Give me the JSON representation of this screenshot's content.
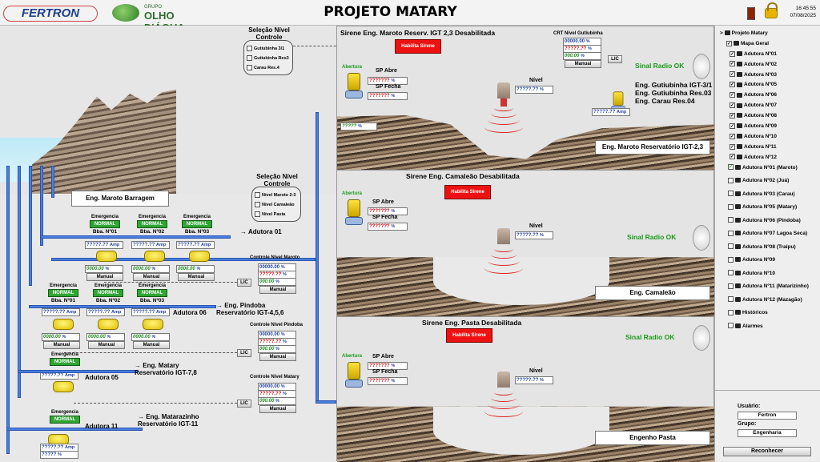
{
  "header": {
    "logo_left": "FERTRON",
    "logo_right_small": "GRUPO",
    "logo_right": "OLHO D'ÁGUA",
    "title": "PROJETO MATARY",
    "time": "16:45:55",
    "date": "07/08/2025"
  },
  "left": {
    "sel1_title": "Seleção Nível Controle",
    "sel1_items": [
      "Gutiubinha 3/1",
      "Gutiubinha Res3",
      "Carau Res.4"
    ],
    "sel2_title": "Seleção Nível Controle",
    "sel2_items": [
      "Nível Maroto 2-3",
      "Nível Camaleão",
      "Nível Pasta"
    ],
    "barragem_label": "Eng. Maroto Barragem",
    "emergencia": "Emergencia",
    "normal": "NORMAL",
    "amp_value": "?????.??",
    "amp_unit": "Amp",
    "pct_value": "0000.00",
    "pct_unit": "%",
    "manual": "Manual",
    "row1_bombas": [
      "Bba. Nº01",
      "Bba. Nº02",
      "Bba. Nº03"
    ],
    "row2_bombas": [
      "Bba. Nº01",
      "Bba. Nº02",
      "Bba. Nº03"
    ],
    "adutora01": "Adutora 01",
    "adutora06": "Adutora 06",
    "pindoba_dest": "Eng. Pindoba Reservatório IGT-4,5,6",
    "adutora05": "Adutora 05",
    "matary_dest": "Eng. Matary Reservatório IGT-7,8",
    "adutora11": "Adutora 11",
    "matarazinho_dest": "Eng. Matarazinho Reservatório IGT-11",
    "ctrl_maroto": "Controle Nível Maroto",
    "ctrl_pindoba": "Controle Nível Pindoba",
    "ctrl_matary": "Controle Nível Matary",
    "lic": "LIC",
    "ctrl_vals": [
      "00000.00",
      "?????.??",
      "000.00"
    ],
    "pct_last": "?????"
  },
  "sites": [
    {
      "siren": "Sirene Eng. Maroto Reserv. IGT 2,3 Desabilitada",
      "siren_btn": "Habilita Sirene",
      "sp_abre": "SP Abre",
      "sp_fecha": "SP Fecha",
      "sp_val": "???????",
      "nivel": "Nível",
      "nivel_val": "?????.??",
      "radio": "Sinal Radio OK",
      "name": "Eng. Maroto Reservatório IGT-2,3",
      "crt_title": "CRT Nível Gutiubinha",
      "dest": [
        "Eng. Gutiubinha IGT-3/1",
        "Eng. Gutiubinha Res.03",
        "Eng. Carau Res.04"
      ],
      "valve_amp": "?????.??",
      "valve_pct": "?????"
    },
    {
      "siren": "Sirene Eng. Camaleão Desabilitada",
      "siren_btn": "Habilita Sirene",
      "sp_abre": "SP Abre",
      "sp_fecha": "SP Fecha",
      "sp_val": "???????",
      "nivel": "Nível",
      "nivel_val": "?????.??",
      "radio": "Sinal Radio OK",
      "name": "Eng. Camaleão"
    },
    {
      "siren": "Sirene Eng. Pasta Desabilitada",
      "siren_btn": "Habilita Sirene",
      "sp_abre": "SP Abre",
      "sp_fecha": "SP Fecha",
      "sp_val": "???????",
      "nivel": "Nível",
      "nivel_val": "?????.??",
      "radio": "Sinal Radio OK",
      "name": "Engenho Pasta"
    }
  ],
  "sidebar": {
    "root": "Projeto Matary",
    "items": [
      {
        "label": "Mapa Geral",
        "checked": true,
        "indent": 1
      },
      {
        "label": "Adutora Nº01",
        "checked": true,
        "indent": 2
      },
      {
        "label": "Adutora Nº02",
        "checked": true,
        "indent": 2
      },
      {
        "label": "Adutora Nº03",
        "checked": true,
        "indent": 2
      },
      {
        "label": "Adutora Nº05",
        "checked": true,
        "indent": 2
      },
      {
        "label": "Adutora Nº06",
        "checked": true,
        "indent": 2
      },
      {
        "label": "Adutora Nº07",
        "checked": true,
        "indent": 2
      },
      {
        "label": "Adutora Nº08",
        "checked": true,
        "indent": 2
      },
      {
        "label": "Adutora Nº09",
        "checked": true,
        "indent": 2
      },
      {
        "label": "Adutora Nº10",
        "checked": true,
        "indent": 2
      },
      {
        "label": "Adutora Nº11",
        "checked": true,
        "indent": 2
      },
      {
        "label": "Adutora Nº12",
        "checked": true,
        "indent": 2
      },
      {
        "label": "Adutora Nº01 (Maroto)",
        "checked": true,
        "indent": 0,
        "big": true
      },
      {
        "label": "Adutora Nº02 (Juá)",
        "checked": false,
        "indent": 0
      },
      {
        "label": "Adutora Nº03 (Carau)",
        "checked": false,
        "indent": 0
      },
      {
        "label": "Adutora Nº05 (Matary)",
        "checked": false,
        "indent": 0
      },
      {
        "label": "Adutora Nº06 (Pindoba)",
        "checked": false,
        "indent": 0
      },
      {
        "label": "Adutora Nº07 Lagoa Seca)",
        "checked": false,
        "indent": 0
      },
      {
        "label": "Adutora Nº08 (Traipu)",
        "checked": false,
        "indent": 0
      },
      {
        "label": "Adutora Nº09",
        "checked": false,
        "indent": 0
      },
      {
        "label": "Adutora Nº10",
        "checked": false,
        "indent": 0
      },
      {
        "label": "Adutora Nº11 (Matarizinho)",
        "checked": false,
        "indent": 0
      },
      {
        "label": "Adutora Nº12 (Mazagão)",
        "checked": false,
        "indent": 0
      },
      {
        "label": "Históricos",
        "checked": false,
        "indent": 0
      },
      {
        "label": "Alarmes",
        "checked": false,
        "indent": 0
      }
    ],
    "usuario_label": "Usuário:",
    "usuario": "Fertron",
    "grupo_label": "Grupo:",
    "grupo": "Engenharia",
    "reconhecer": "Reconhecer"
  }
}
